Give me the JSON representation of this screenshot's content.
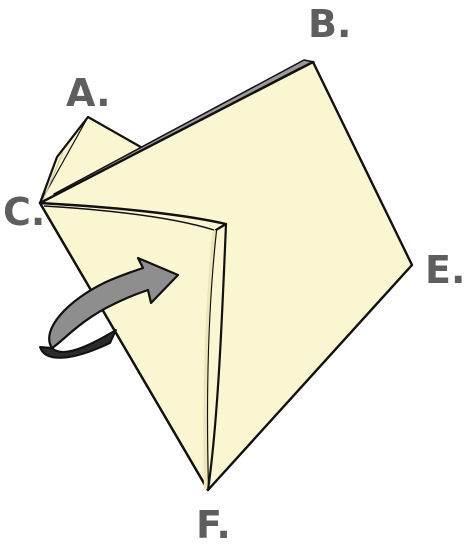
{
  "diagram": {
    "labels": {
      "a": "A.",
      "b": "B.",
      "c": "C.",
      "e": "E.",
      "f": "F."
    },
    "colors": {
      "paper": "#fbf6d2",
      "paper_shadow": "#ece6b8",
      "outline": "#111111",
      "label": "#5e5e5e",
      "arrow": "#8e8e8e",
      "arrow_dark": "#2b2b2b",
      "gray_edge": "#9a9a9a"
    },
    "arrow_icon": "curved-rotation-arrow-icon"
  }
}
